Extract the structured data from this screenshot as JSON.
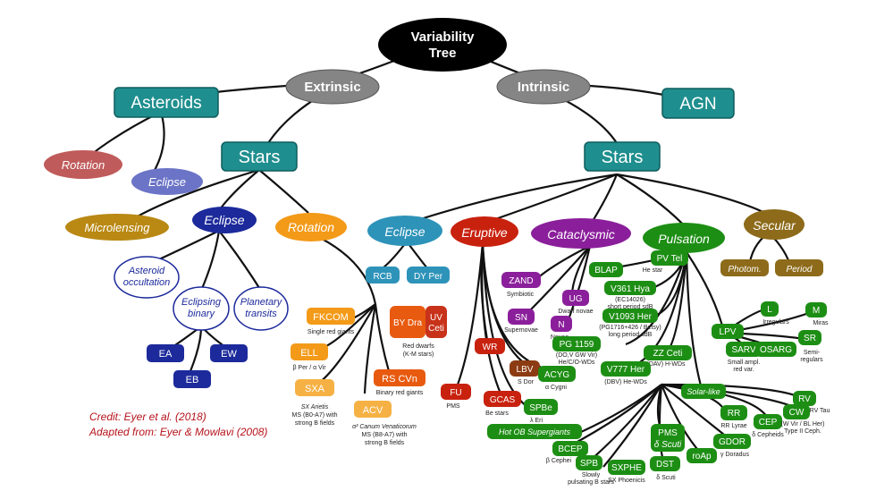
{
  "root": {
    "line1": "Variability",
    "line2": "Tree"
  },
  "extrinsic": "Extrinsic",
  "intrinsic": "Intrinsic",
  "asteroids": "Asteroids",
  "agn": "AGN",
  "stars_left": "Stars",
  "stars_right": "Stars",
  "asteroid_rotation": "Rotation",
  "asteroid_eclipse": "Eclipse",
  "microlensing": "Microlensing",
  "ext_eclipse": "Eclipse",
  "ext_rotation": "Rotation",
  "asteroid_occultation": {
    "line1": "Asteroid",
    "line2": "occultation"
  },
  "eclipsing_binary": {
    "line1": "Eclipsing",
    "line2": "binary"
  },
  "planetary_transits": {
    "line1": "Planetary",
    "line2": "transits"
  },
  "ea": "EA",
  "eb": "EB",
  "ew": "EW",
  "rotation_classes": {
    "fkcom": {
      "label": "FKCOM",
      "desc1": "Single red giants"
    },
    "ell": {
      "label": "ELL",
      "desc1": "β Per / α Vir"
    },
    "sxa": {
      "label": "SXA",
      "desc1": "SX Arietis",
      "desc2": "MS (B0-A7) with",
      "desc3": "strong B fields"
    },
    "acv": {
      "label": "ACV",
      "desc1": "α² Canum Venaticorum",
      "desc2": "MS (B8-A7) with",
      "desc3": "strong B fields"
    },
    "rscvn": {
      "label": "RS CVn",
      "desc1": "Binary red giants"
    },
    "bydra": {
      "label": "BY Dra"
    },
    "uvceti": {
      "line1": "UV",
      "line2": "Ceti"
    },
    "reddwarfs": {
      "line1": "Red dwarfs",
      "line2": "(K-M stars)"
    }
  },
  "int_eclipse": "Eclipse",
  "rcb": "RCB",
  "dyper": "DY Per",
  "eruptive": "Eruptive",
  "eruptive_classes": {
    "wr": "WR",
    "fu": {
      "label": "FU",
      "desc": "PMS"
    },
    "lbv": {
      "label": "LBV",
      "desc": "S Dor"
    },
    "gcas": {
      "label": "GCAS",
      "desc": "Be stars"
    },
    "acyg": {
      "label": "ACYG",
      "desc": "α Cygni"
    },
    "spbe": {
      "label": "SPBe",
      "desc": "λ Eri"
    }
  },
  "cataclysmic": "Cataclysmic",
  "cataclysmic_classes": {
    "zand": {
      "label": "ZAND",
      "desc": "Symbiotic"
    },
    "ug": {
      "label": "UG",
      "desc": "Dwarf novae"
    },
    "sn": {
      "label": "SN",
      "desc": "Supernovae"
    },
    "n": {
      "label": "N",
      "desc": "Novae"
    }
  },
  "pulsation": "Pulsation",
  "pulsation_classes": {
    "pvtel": {
      "label": "PV Tel",
      "desc": "He star"
    },
    "blap": {
      "label": "BLAP"
    },
    "v361hya": {
      "label": "V361 Hya",
      "desc1": "(EC14026)",
      "desc2": "short period sdB"
    },
    "v1093her": {
      "label": "V1093 Her",
      "desc1": "(PG1716+426 / Betsy)",
      "desc2": "long period sdB"
    },
    "pg1159": {
      "label": "PG 1159",
      "desc1": "(DO,V GW Vir)",
      "desc2": "He/C/O-WDs"
    },
    "zzceti": {
      "label": "ZZ Ceti",
      "desc": "(DAV) H-WDs"
    },
    "v777her": {
      "label": "V777 Her",
      "desc": "(DBV) He-WDs"
    },
    "lpv": "LPV",
    "l": {
      "label": "L",
      "desc": "Irregulars"
    },
    "m": {
      "label": "M",
      "desc": "Miras"
    },
    "sarv": {
      "label": "SARV",
      "desc1": "Small ampl.",
      "desc2": "red var."
    },
    "osarg": "OSARG",
    "sr": {
      "label": "SR",
      "desc1": "Semi-",
      "desc2": "regulars"
    },
    "solarlike": "Solar-like",
    "rv": {
      "label": "RV",
      "desc": "RV Tau"
    },
    "rr": {
      "label": "RR",
      "desc": "RR Lyrae"
    },
    "cep": {
      "label": "CEP",
      "desc": "δ Cepheids"
    },
    "cw": {
      "label": "CW",
      "desc1": "(W Vir / BL Her)",
      "desc2": "Type II Ceph."
    },
    "hotob": "Hot OB Supergiants",
    "pms": {
      "line1": "PMS",
      "line2": "δ Scuti"
    },
    "gdor": {
      "label": "GDOR",
      "desc": "γ Doradus"
    },
    "bcep": {
      "label": "BCEP",
      "desc": "β Cephei"
    },
    "spb": {
      "label": "SPB",
      "desc1": "Slowly",
      "desc2": "pulsating B stars"
    },
    "sxphe": {
      "label": "SXPHE",
      "desc": "SX Phoenicis"
    },
    "dst": {
      "label": "DST",
      "desc": "δ Scuti"
    },
    "roap": "roAp"
  },
  "secular": "Secular",
  "photom": "Photom.",
  "period": "Period",
  "credit1": "Credit: Eyer et al. (2018)",
  "credit2": "Adapted from: Eyer & Mowlavi (2008)"
}
